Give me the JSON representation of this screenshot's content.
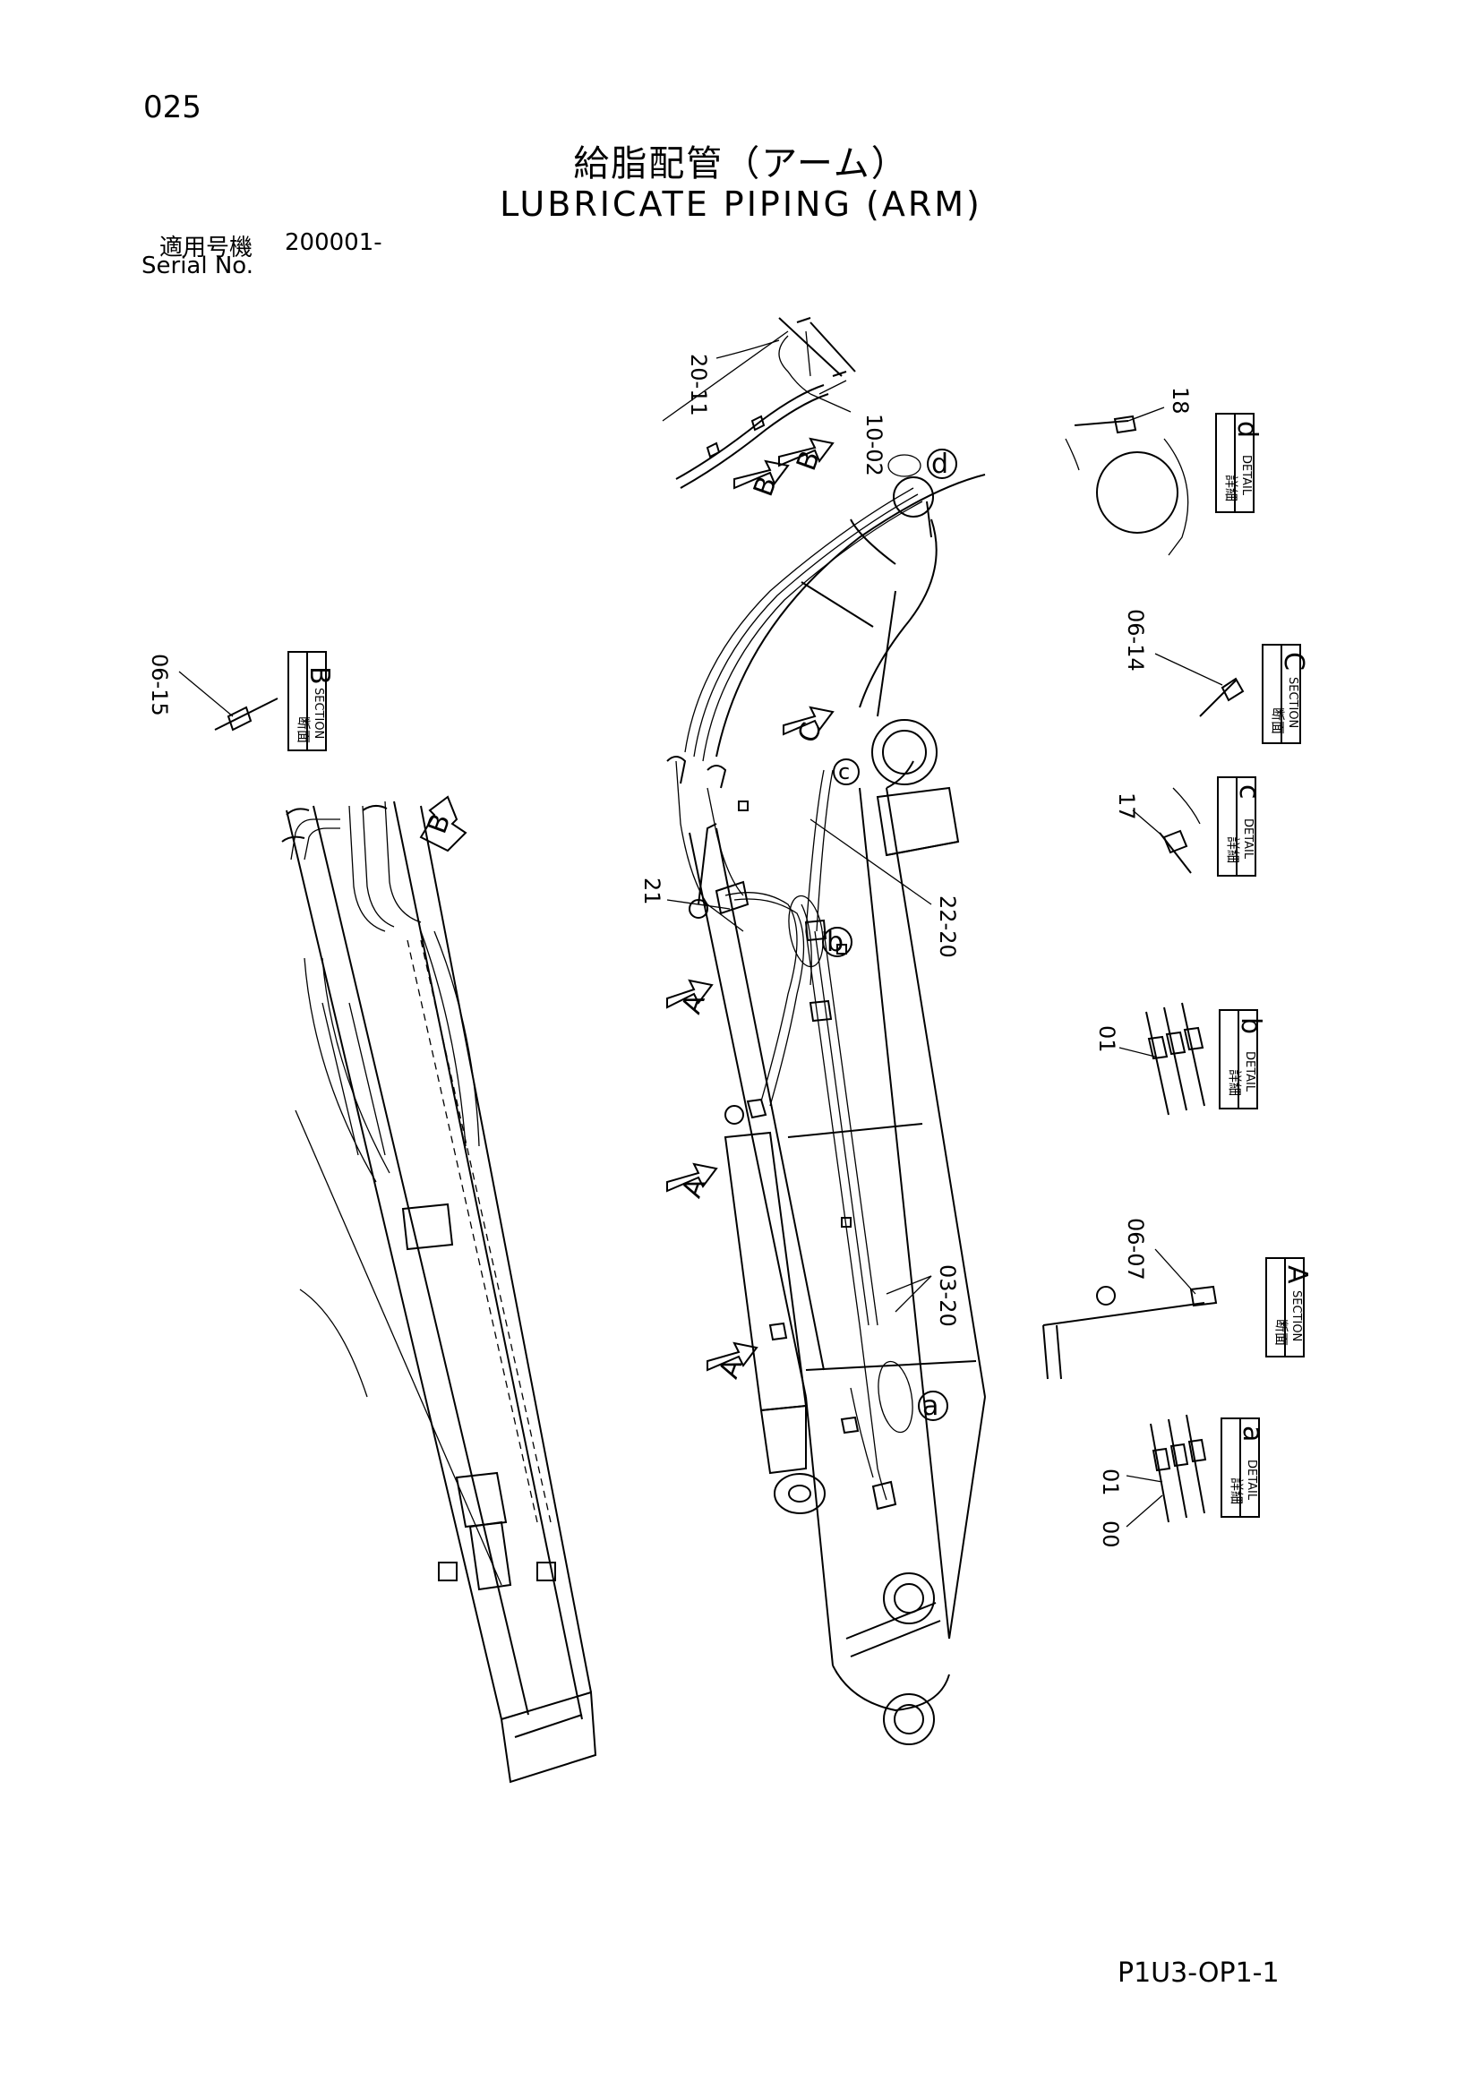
{
  "page_number": "025",
  "title_ja": "給脂配管（アーム）",
  "title_en": "LUBRICATE PIPING (ARM)",
  "serial_label_ja": "適用号機",
  "serial_value": "200001-",
  "serial_label_en": "Serial No.",
  "drawing_code": "P1U3-OP1-1",
  "section_marker": "B",
  "section_marker_A": "A",
  "section_marker_C": "C",
  "detail_circle_a": "a",
  "detail_circle_b": "b",
  "detail_circle_c": "c",
  "detail_circle_d": "d",
  "callouts": {
    "c20_11": "20-11",
    "c10_02": "10-02",
    "c21": "21",
    "c22_20": "22-20",
    "c03_20": "03-20"
  },
  "detail_boxes": {
    "detail_d": {
      "ja": "詳細",
      "en": "DETAIL",
      "letter": "d",
      "part": "18"
    },
    "section_c": {
      "ja": "断面",
      "en": "SECTION",
      "letter": "C",
      "part": "06-14"
    },
    "detail_c": {
      "ja": "詳細",
      "en": "DETAIL",
      "letter": "c",
      "part": "17"
    },
    "detail_b": {
      "ja": "詳細",
      "en": "DETAIL",
      "letter": "b",
      "part": "01"
    },
    "section_a": {
      "ja": "断面",
      "en": "SECTION",
      "letter": "A",
      "part": "06-07"
    },
    "detail_a": {
      "ja": "詳細",
      "en": "DETAIL",
      "letter": "a",
      "part_1": "01",
      "part_2": "00"
    },
    "section_b": {
      "ja": "断面",
      "en": "SECTION",
      "letter": "B",
      "part": "06-15"
    }
  }
}
